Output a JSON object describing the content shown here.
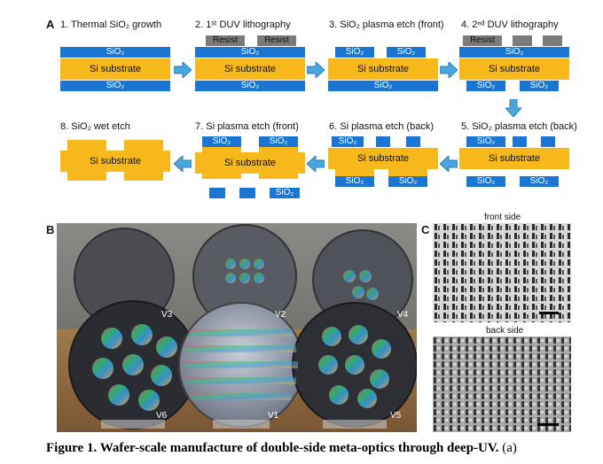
{
  "panels": {
    "a": "A",
    "b": "B",
    "c": "C"
  },
  "steps": [
    "1. Thermal SiO₂ growth",
    "2. 1ˢᵗ DUV lithography",
    "3. SiO₂ plasma etch (front)",
    "4. 2ⁿᵈ DUV lithography",
    "5. SiO₂ plasma etch (back)",
    "6. Si plasma etch (back)",
    "7. Si plasma etch (front)",
    "8. SiO₂ wet etch"
  ],
  "materials": {
    "sio2": "SiO₂",
    "si": "Si substrate",
    "resist": "Resist"
  },
  "wafers": [
    "V3",
    "V2",
    "V4",
    "V6",
    "V1",
    "V5"
  ],
  "sem": {
    "front": "front side",
    "back": "back side"
  },
  "caption": {
    "bold": "Figure 1. Wafer-scale manufacture of double-side meta-optics through deep-UV.",
    "rest": " (a)"
  },
  "colors": {
    "sio2": "#1a76d2",
    "si": "#f6b81a",
    "resist": "#7b7b7b",
    "arrow": "#4aa6dc"
  }
}
